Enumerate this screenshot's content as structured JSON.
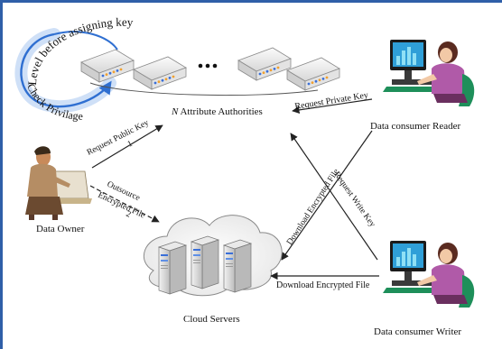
{
  "labels": {
    "curved_top": "Level before assigning key",
    "curved_bottom": "Check Privilage",
    "authorities_prefix": "N",
    "authorities_suffix": " Attribute Authorities",
    "data_owner": "Data Owner",
    "cloud_servers": "Cloud Servers",
    "reader": "Data consumer Reader",
    "writer": "Data consumer Writer"
  },
  "edges": {
    "request_public_key": "Request Public Key",
    "step1": "1",
    "outsource_line1": "Outsource",
    "outsource_line2": "Encrypted File",
    "step2": "2",
    "request_private_key": "Request Private Key",
    "download_reader": "Download Encrypted File",
    "request_write_key": "Request Write Key",
    "download_writer": "Download Encrypted File"
  },
  "colors": {
    "frame": "#2f5fa8",
    "cycle_arrow": "#2f6fd1",
    "cycle_fill": "#cfe0f7",
    "server_led_blue": "#3a6fd8",
    "server_led_orange": "#f0a030"
  }
}
